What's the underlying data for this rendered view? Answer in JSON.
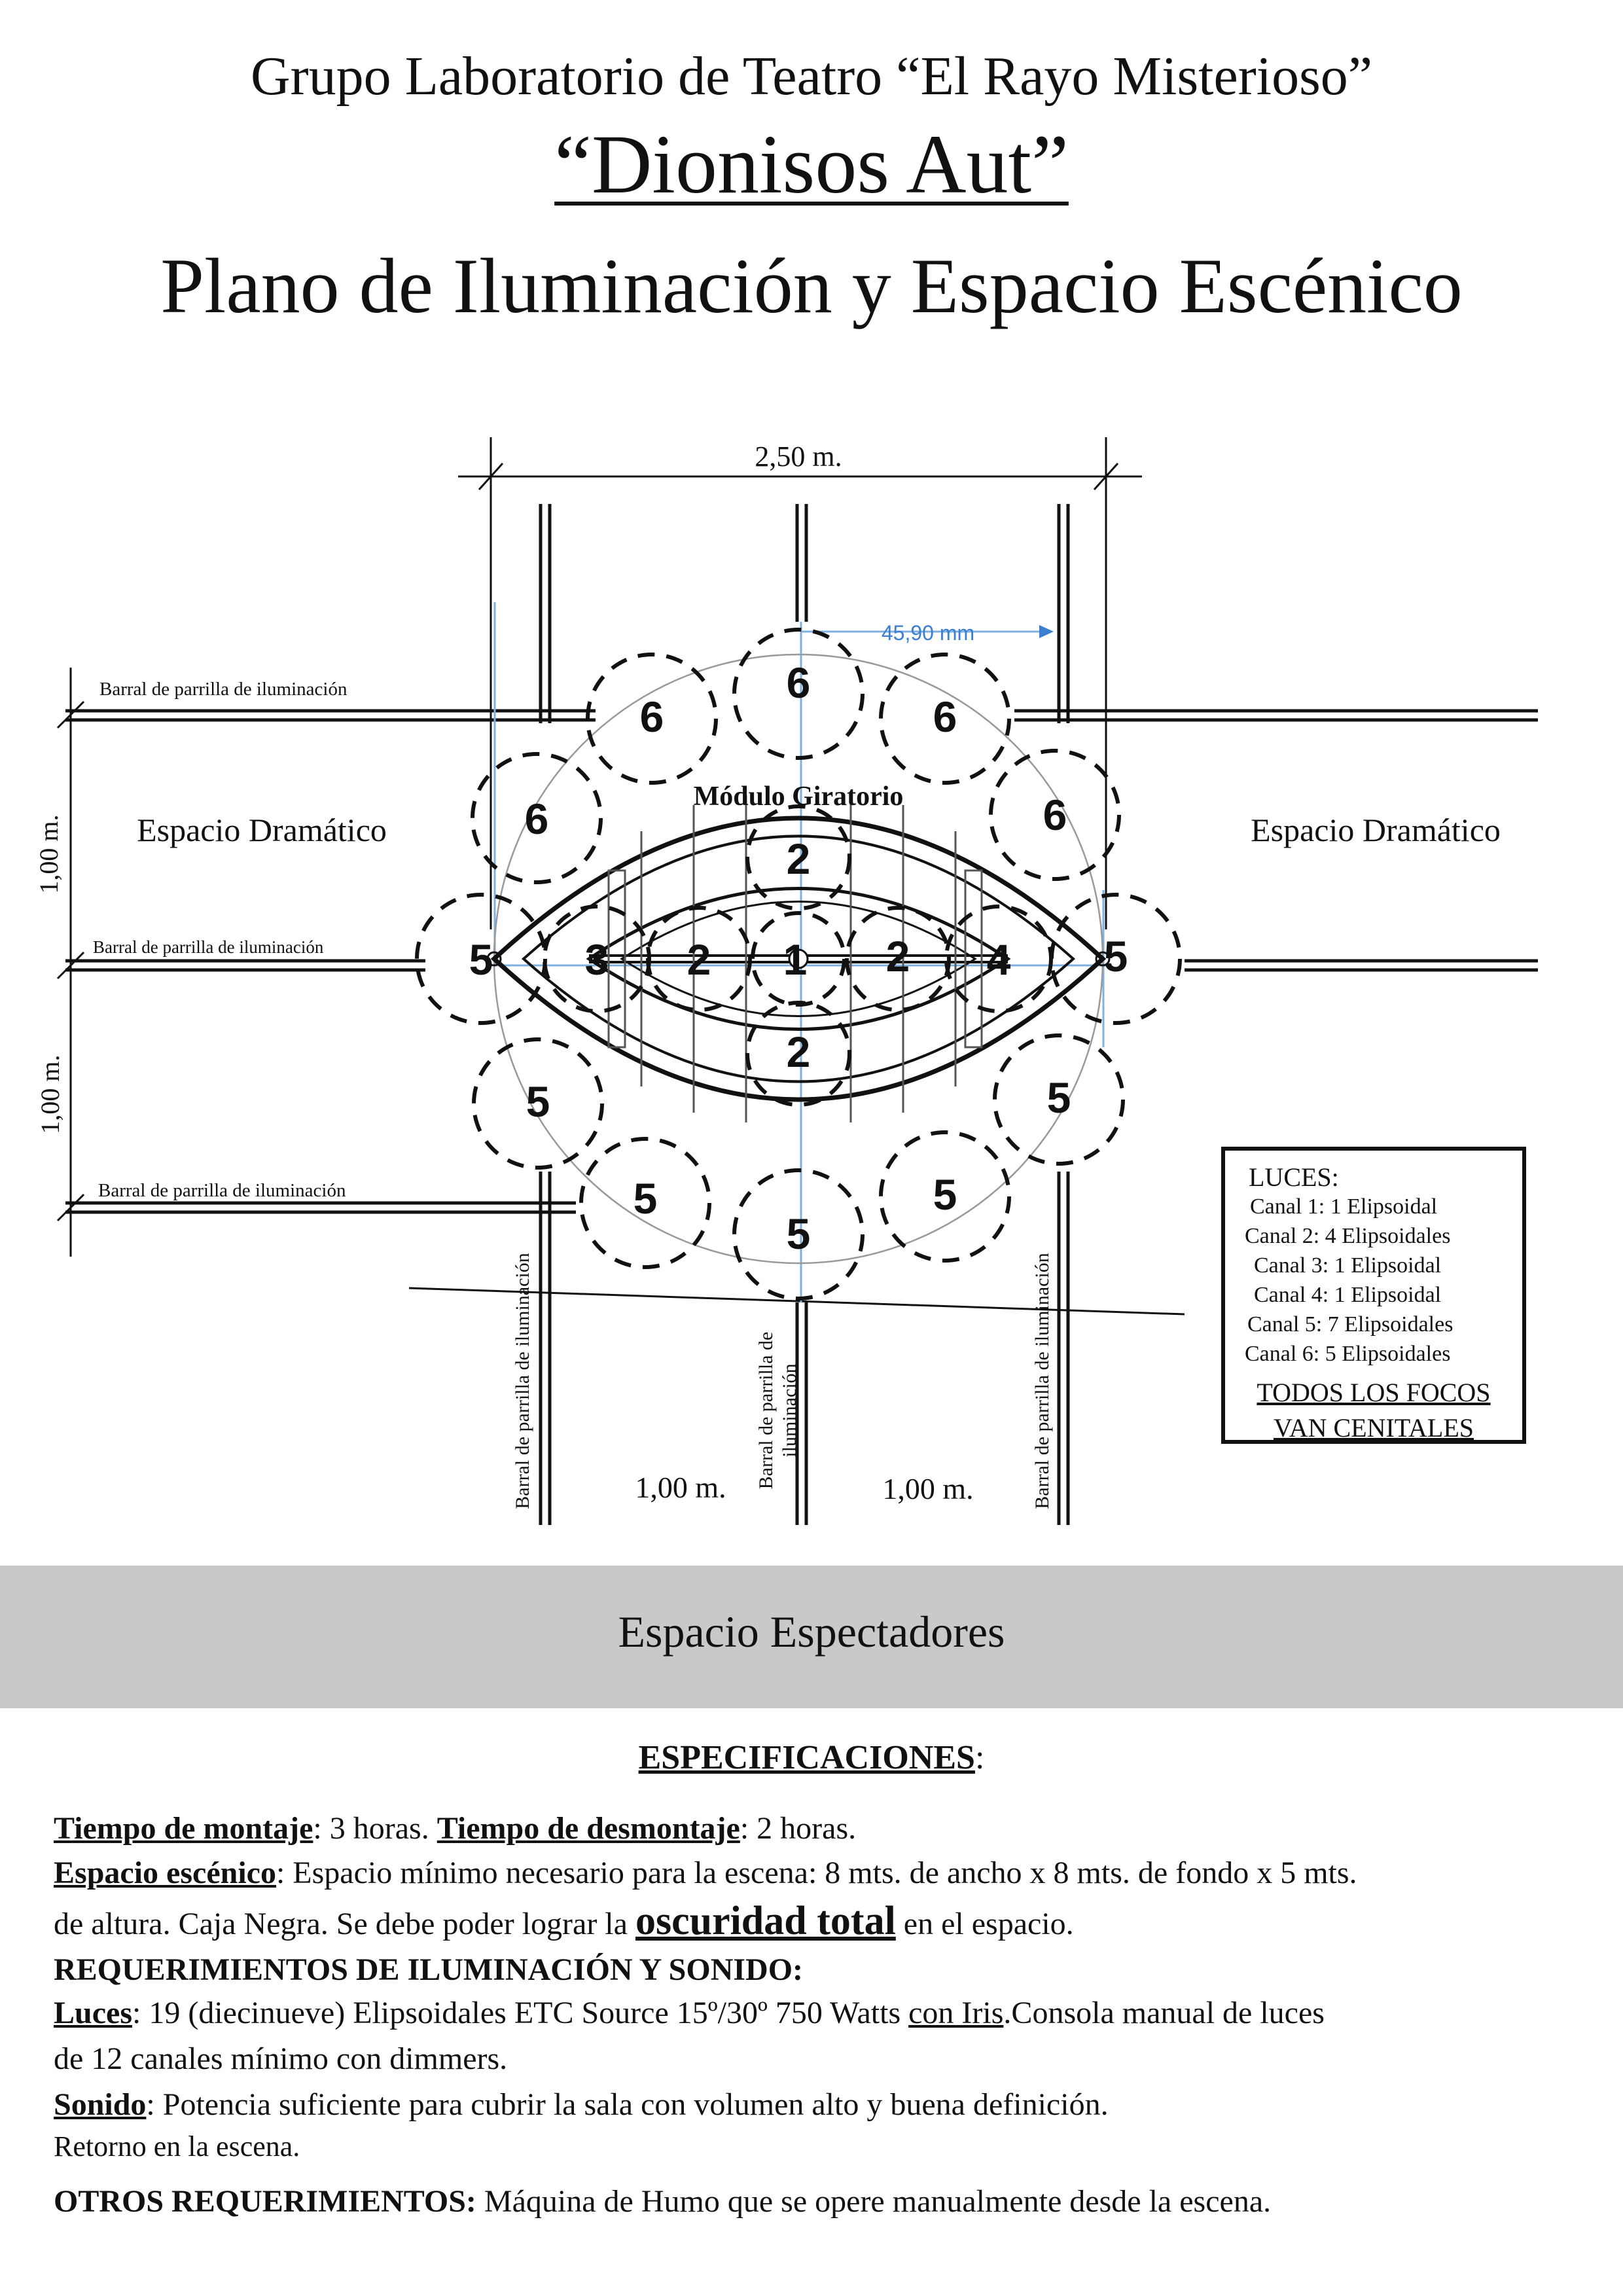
{
  "header": {
    "group": "Grupo Laboratorio de Teatro “El Rayo Misterioso”",
    "play": "“Dionisos Aut”",
    "plan": "Plano de Iluminación y Espacio Escénico"
  },
  "diagram": {
    "width_label": "2,50 m.",
    "radius_label": "45,90 mm",
    "module_label": "Módulo Giratorio",
    "drama_left": "Espacio Dramático",
    "drama_right": "Espacio Dramático",
    "bar_label_h1": "Barral de parrilla de iluminación",
    "bar_label_h2": "Barral de parrilla de iluminación",
    "bar_label_h3": "Barral de parrilla de iluminación",
    "bar_label_v1": "Barral de parrilla de iluminación",
    "bar_label_v2a": "Barral de parrilla de",
    "bar_label_v2b": "iluminación",
    "bar_label_v3": "Barral de parrilla de iluminación",
    "dim_left_top": "1,00 m.",
    "dim_left_bottom": "1,00 m.",
    "dim_bottom_left": "1,00 m.",
    "dim_bottom_right": "1,00 m.",
    "spots": [
      {
        "n": "6"
      },
      {
        "n": "6"
      },
      {
        "n": "6"
      },
      {
        "n": "6"
      },
      {
        "n": "6"
      },
      {
        "n": "5"
      },
      {
        "n": "5"
      },
      {
        "n": "5"
      },
      {
        "n": "5"
      },
      {
        "n": "5"
      },
      {
        "n": "5"
      },
      {
        "n": "5"
      },
      {
        "n": "3"
      },
      {
        "n": "4"
      },
      {
        "n": "1"
      },
      {
        "n": "2"
      },
      {
        "n": "2"
      },
      {
        "n": "2"
      },
      {
        "n": "2"
      }
    ]
  },
  "luces": {
    "title": "LUCES:",
    "canales": [
      "Canal 1: 1 Elipsoidal",
      "Canal 2: 4 Elipsoidales",
      "Canal 3: 1 Elipsoidal",
      "Canal 4: 1 Elipsoidal",
      "Canal 5: 7 Elipsoidales",
      "Canal 6: 5 Elipsoidales"
    ],
    "note1": "TODOS LOS FOCOS",
    "note2": "VAN CENITALES"
  },
  "spectators": "Espacio Espectadores",
  "specs": {
    "title": "ESPECIFICACIONES",
    "title_colon": ":",
    "montaje_label": "Tiempo de montaje",
    "montaje_value": ": 3 horas. ",
    "desmontaje_label": "Tiempo de desmontaje",
    "desmontaje_value": ": 2 horas.",
    "espacio_label": "Espacio escénico",
    "espacio_value": ": Espacio mínimo necesario para la escena: 8 mts. de ancho x 8 mts. de fondo x 5 mts.",
    "espacio_line2a": "de altura. Caja Negra. Se debe poder lograr la ",
    "oscuridad": "oscuridad total",
    "espacio_line2b": " en el espacio.",
    "req_title": "REQUERIMIENTOS DE ILUMINACIÓN Y SONIDO:",
    "luces_label": "Luces",
    "luces_value_a": ": 19 (diecinueve) Elipsoidales ETC Source 15º/30º  750 Watts ",
    "luces_iris": "con Iris",
    "luces_value_b": ".Consola manual de luces",
    "luces_line2": "de 12 canales mínimo con dimmers.",
    "sonido_label": "Sonido",
    "sonido_value": ": Potencia suficiente para cubrir la sala con volumen alto y buena definición.",
    "sonido_line2": "Retorno en la escena.",
    "otros_label": "OTROS REQUERIMIENTOS:",
    "otros_value": " Máquina de Humo que se opere manualmente desde la escena."
  }
}
